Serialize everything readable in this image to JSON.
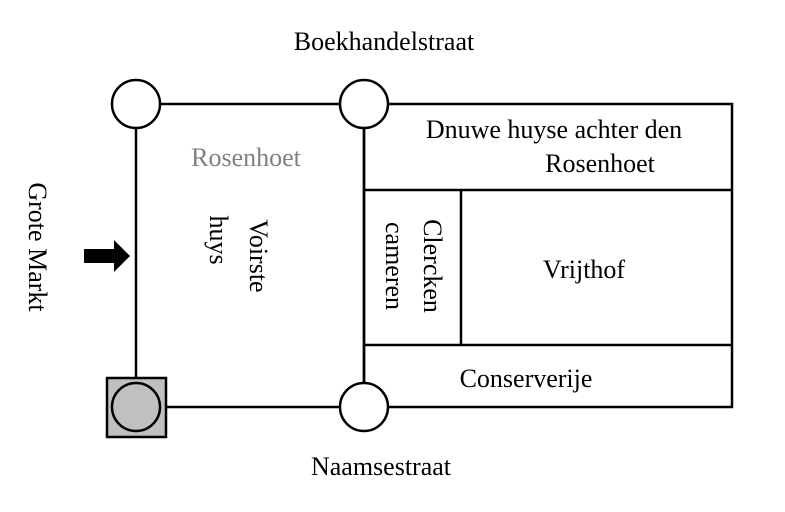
{
  "title": "Rosenhoet floor plan",
  "streets": {
    "top": "Boekhandelstraat",
    "bottom": "Naamsestraat",
    "left": "Grote Markt"
  },
  "rooms": {
    "main_label": "Rosenhoet",
    "voirste_line1": "Voirste",
    "voirste_line2": "huys",
    "dnuwe_line1": "Dnuwe huyse achter den",
    "dnuwe_line2": "Rosenhoet",
    "clercken_line1": "Clercken",
    "clercken_line2": "cameren",
    "vrijthof": "Vrijthof",
    "conserverije": "Conserverije"
  },
  "icons": {
    "entrance": "arrow-right-icon",
    "corner": "circle-icon",
    "highlighted_corner": "circle-in-square-icon"
  },
  "colors": {
    "line": "#000000",
    "muted_text": "#808080",
    "highlight_fill": "#c0c0c0"
  }
}
